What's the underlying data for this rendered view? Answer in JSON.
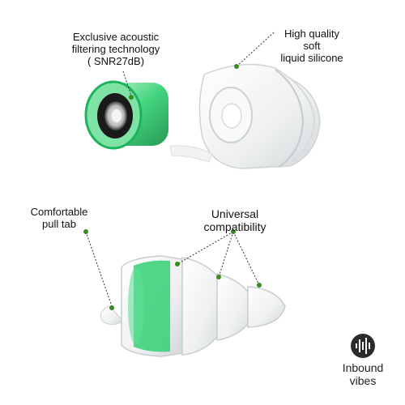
{
  "callouts": {
    "filter": {
      "lines": [
        "Exclusive acoustic",
        "filtering technology",
        "( SNR27dB)"
      ]
    },
    "silicone": {
      "lines": [
        "High quality",
        "soft",
        "liquid silicone"
      ]
    },
    "pulltab": {
      "lines": [
        "Comfortable",
        "pull tab"
      ]
    },
    "universal": {
      "lines": [
        "Universal",
        "compatibility"
      ]
    }
  },
  "brand": {
    "lines": [
      "Inbound",
      "vibes"
    ],
    "logo_icon": "sound-wave-icon"
  },
  "colors": {
    "accent_green": "#2fd06f",
    "dot_green": "#3a8a1f",
    "leader_line": "#333333",
    "silicone": "#e9eced"
  }
}
